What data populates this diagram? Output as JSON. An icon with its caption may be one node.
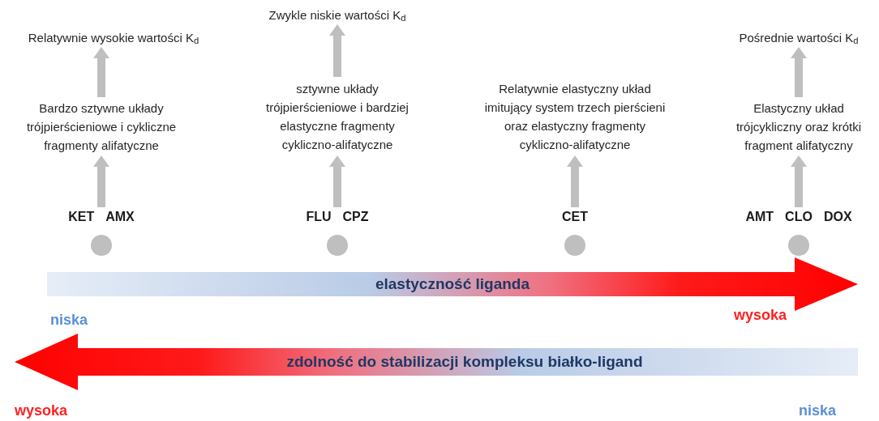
{
  "diagram": {
    "nodes": [
      {
        "text": [
          "Relatywnie wysokie wartości K$_{d}$"
        ]
      },
      {
        "text": [
          "Bardzo sztywne układy trójpierścieniowe i cykliczne fragmenty alifatyczne"
        ]
      },
      {
        "text": [
          "KET",
          "AMX"
        ]
      },
      {
        "text": [
          "Zwykle niskie wartości K$_{d}$"
        ]
      },
      {
        "text": [
          "sztywne układy trójpierścieniowe i bardziej elastyczne fragmenty cykliczno-alifatyczne"
        ]
      },
      {
        "text": [
          "FLU",
          "CPZ"
        ]
      },
      {
        "text": [
          "Relatywnie elastyczny układ imitujący system trzech pierścieni oraz elastyczny fragmenty cykliczno-alifatyczne"
        ]
      },
      {
        "text": [
          "CET"
        ]
      },
      {
        "text": [
          "Pośrednie wartości K$_{d}$"
        ]
      },
      {
        "text": [
          "Elastyczny układ trójcykliczny oraz krótki fragment alifatyczny"
        ]
      },
      {
        "text": [
          "AMT",
          "CLO",
          "DOX"
        ]
      },
      {
        "text": [
          "elastyczność liganda"
        ]
      },
      {
        "text": [
          "zdolność do stabilizacji kompleksu białko-ligand"
        ]
      }
    ],
    "edges": [
      {
        "from": 2,
        "to": 1,
        "arrow": "to"
      },
      {
        "from": 1,
        "to": 0,
        "arrow": "to"
      },
      {
        "from": 5,
        "to": 4,
        "arrow": "to"
      },
      {
        "from": 4,
        "to": 3,
        "arrow": "to"
      },
      {
        "from": 7,
        "to": 6,
        "arrow": "to"
      },
      {
        "from": 10,
        "to": 9,
        "arrow": "to"
      },
      {
        "from": 9,
        "to": 8,
        "arrow": "to"
      }
    ],
    "labels": [
      "niska",
      "wysoka",
      "wysoka",
      "niska"
    ]
  }
}
